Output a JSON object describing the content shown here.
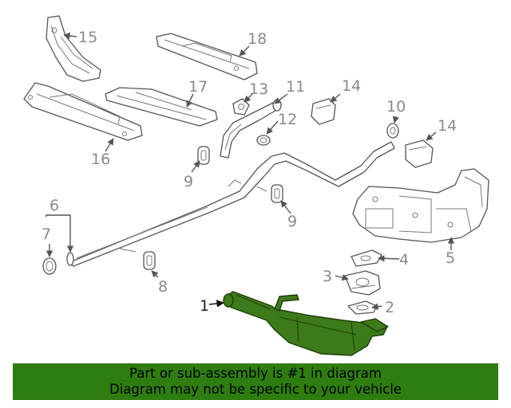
{
  "diagram": {
    "callouts": {
      "c1": "1",
      "c2": "2",
      "c3": "3",
      "c4": "4",
      "c5": "5",
      "c6": "6",
      "c7": "7",
      "c8": "8",
      "c9a": "9",
      "c9b": "9",
      "c10": "10",
      "c11": "11",
      "c12": "12",
      "c13": "13",
      "c14a": "14",
      "c14b": "14",
      "c15": "15",
      "c16": "16",
      "c17": "17",
      "c18": "18"
    },
    "highlight_color": "#3d7a1a"
  },
  "banner": {
    "line1": "Part or sub-assembly is #1 in diagram",
    "line2": "Diagram may not be specific to your vehicle",
    "background": "#2e7d10"
  }
}
